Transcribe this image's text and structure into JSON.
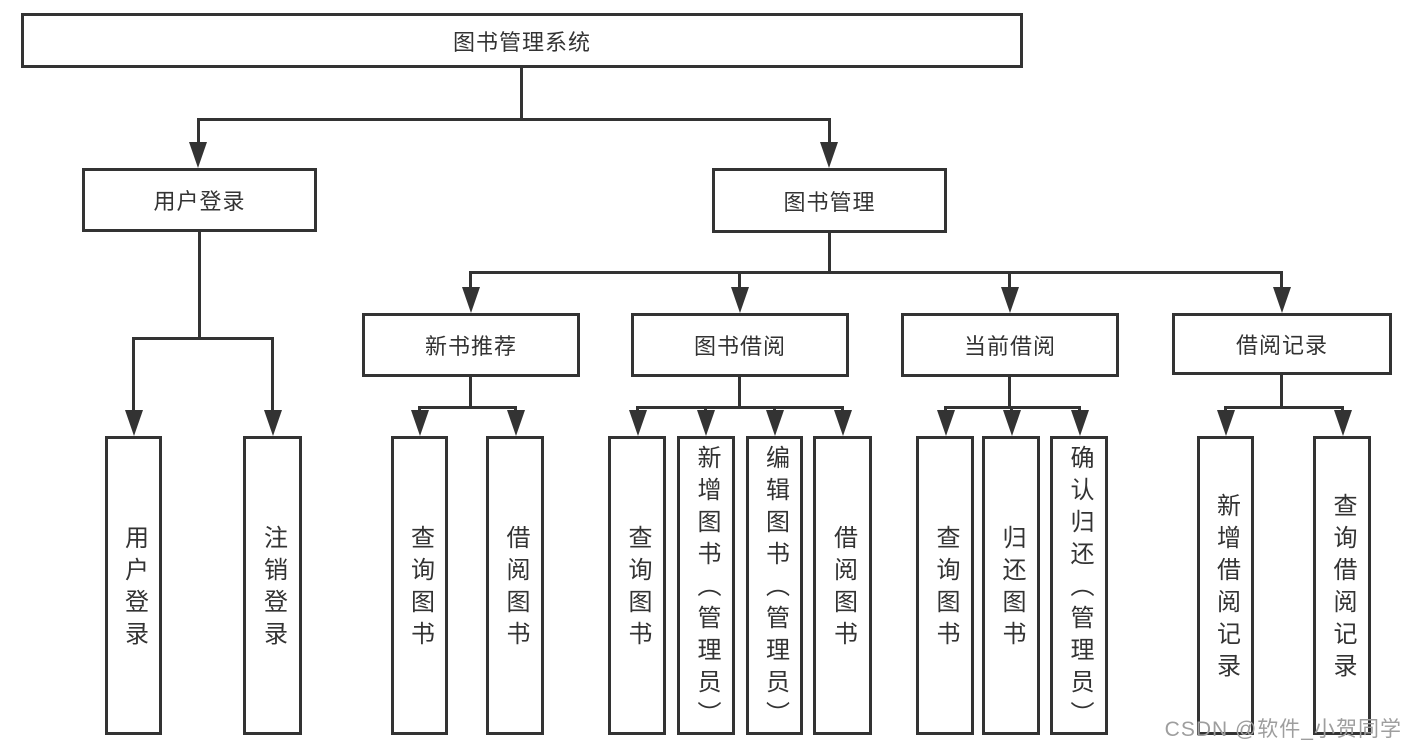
{
  "diagram": {
    "root": {
      "label": "图书管理系统"
    },
    "user_login_branch": {
      "label": "用户登录",
      "children": [
        {
          "label": "用户登录"
        },
        {
          "label": "注销登录"
        }
      ]
    },
    "book_management_branch": {
      "label": "图书管理",
      "sections": [
        {
          "label": "新书推荐",
          "children": [
            {
              "label": "查询图书"
            },
            {
              "label": "借阅图书"
            }
          ]
        },
        {
          "label": "图书借阅",
          "children": [
            {
              "label": "查询图书"
            },
            {
              "label": "新增图书（管理员）"
            },
            {
              "label": "编辑图书（管理员）"
            },
            {
              "label": "借阅图书"
            }
          ]
        },
        {
          "label": "当前借阅",
          "children": [
            {
              "label": "查询图书"
            },
            {
              "label": "归还图书"
            },
            {
              "label": "确认归还（管理员）"
            }
          ]
        },
        {
          "label": "借阅记录",
          "children": [
            {
              "label": "新增借阅记录"
            },
            {
              "label": "查询借阅记录"
            }
          ]
        }
      ]
    }
  },
  "watermark": {
    "text": "CSDN @软件_小贺同学"
  },
  "colors": {
    "line": "#333333",
    "text": "#333333",
    "background": "#ffffff",
    "watermark": "#9e9e9e"
  }
}
